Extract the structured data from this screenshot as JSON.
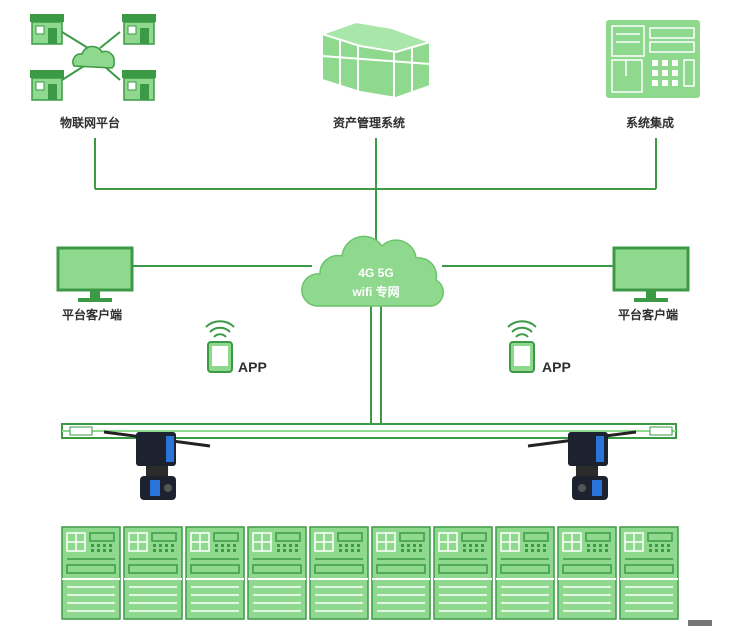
{
  "top_nodes": {
    "iot": {
      "label": "物联网平台",
      "icon": "iot-platform-icon"
    },
    "asset": {
      "label": "资产管理系统",
      "icon": "cube-stack-icon"
    },
    "integration": {
      "label": "系统集成",
      "icon": "control-panel-icon"
    }
  },
  "cloud": {
    "line1": "4G 5G",
    "line2": "wifi 专网",
    "icon": "cloud-icon"
  },
  "clients": {
    "left": "平台客户端",
    "right": "平台客户端"
  },
  "apps": {
    "left": "APP",
    "right": "APP"
  },
  "colors": {
    "green_fill": "#8fd98f",
    "green_line": "#3c9a46",
    "dark_green": "#2e7a36"
  }
}
